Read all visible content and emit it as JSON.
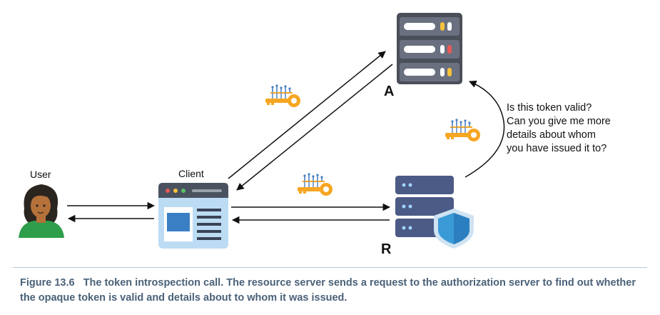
{
  "labels": {
    "user": "User",
    "client": "Client",
    "authorization_server": "A",
    "resource_server": "R"
  },
  "question_lines": [
    "Is this token valid?",
    "Can you give me more",
    "details about whom",
    "you have issued it to?"
  ],
  "caption": {
    "figure_label": "Figure 13.6",
    "text": "The token introspection call. The resource server sends a request to the authorization server to find out whether the opaque token is valid and details about to whom it was issued."
  },
  "colors": {
    "server_dark": "#4a4f58",
    "server_light": "#6a7080",
    "resource_server": "#4c5a86",
    "shield": "#3a9ad6",
    "key": "#f6a623",
    "browser_window": "#9ec9ea",
    "user_shirt": "#2e9e4a",
    "user_skin": "#b5713a",
    "arrow": "#111111",
    "caption_text": "#4a6178"
  },
  "icons": [
    "user-avatar-icon",
    "browser-client-icon",
    "authorization-server-icon",
    "resource-server-icon",
    "shield-icon",
    "token-key-icon"
  ]
}
